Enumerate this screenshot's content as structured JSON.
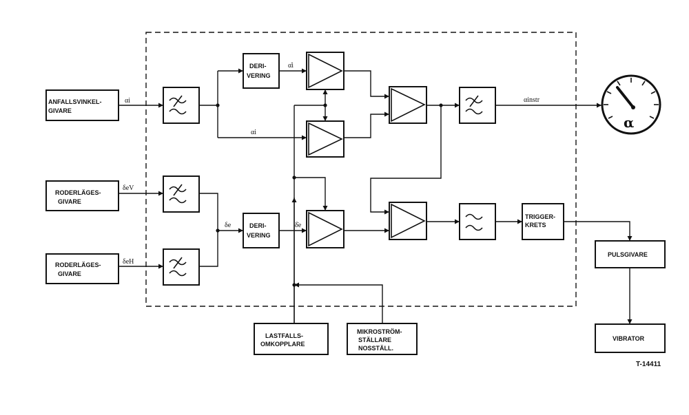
{
  "blocks": {
    "angle_sensor": [
      "ANFALLSVINKEL-",
      "GIVARE"
    ],
    "rudder_sensor_v": [
      "RODERLÄGES-",
      "GIVARE"
    ],
    "rudder_sensor_h": [
      "RODERLÄGES-",
      "GIVARE"
    ],
    "derivator_top": [
      "DERI-",
      "VERING"
    ],
    "derivator_bottom": [
      "DERI-",
      "VERING"
    ],
    "trigger": [
      "TRIGGER-",
      "KRETS"
    ],
    "pulse_generator": [
      "PULSGIVARE"
    ],
    "vibrator": [
      "VIBRATOR"
    ],
    "load_switch": [
      "LASTFALLS-",
      "OMKOPPLARE"
    ],
    "micro_switch": [
      "MIKROSTRÖM-",
      "STÄLLARE",
      "NOSSTÄLL."
    ]
  },
  "signals": {
    "alpha_i_in": "αi",
    "alpha_i_dot": "α̇i",
    "alpha_i": "αi",
    "delta_eV": "δeV",
    "delta_eH": "δeH",
    "delta_e": "δe",
    "delta_e_dot": "δ̇e",
    "alpha_instr": "αinstr"
  },
  "gauge": {
    "symbol": "α"
  },
  "drawing_number": "T-14411"
}
